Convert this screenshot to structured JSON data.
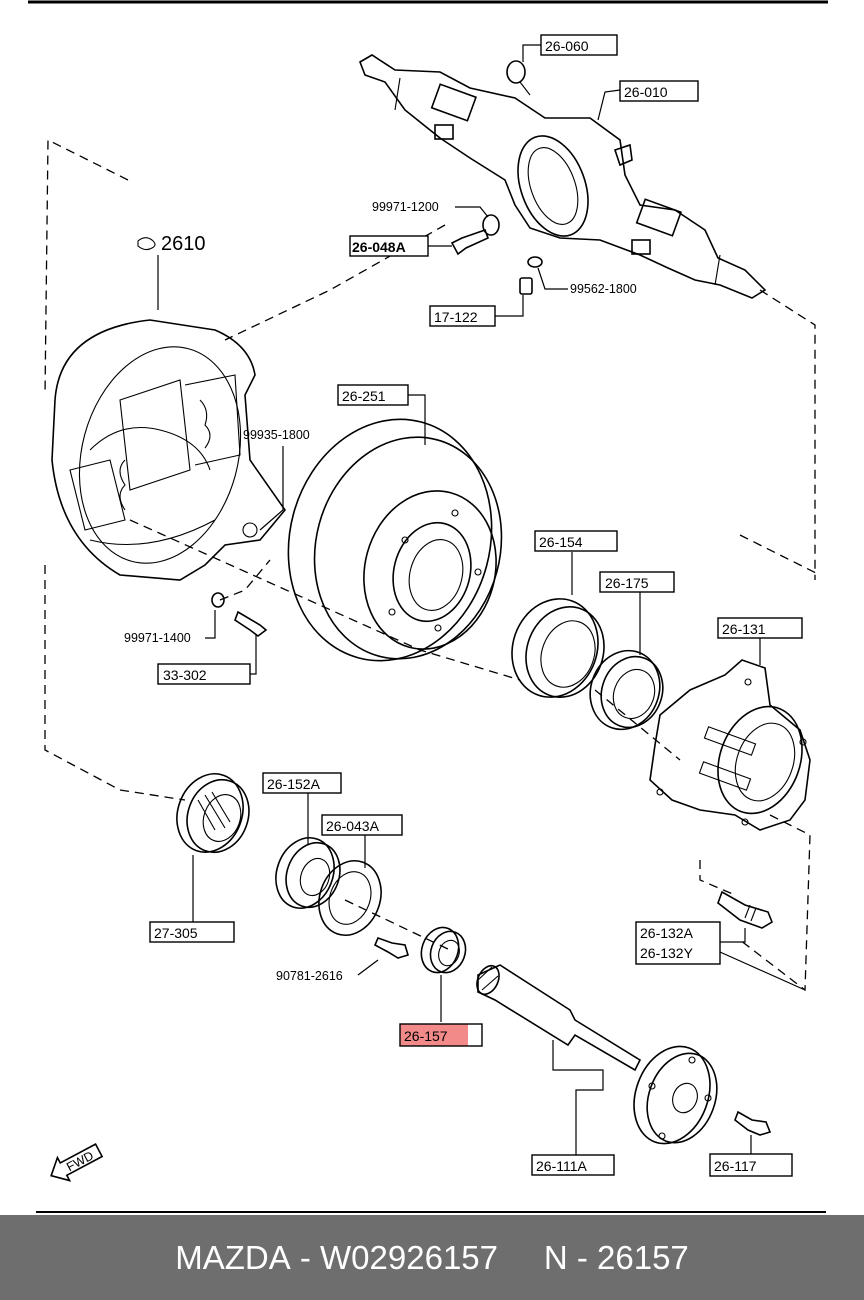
{
  "diagram": {
    "labels": {
      "p26060": "26-060",
      "p26010": "26-010",
      "p99971_1200": "99971-1200",
      "p26048a": "26-048A",
      "p99562_1800": "99562-1800",
      "p17122": "17-122",
      "p2610": "2610",
      "p26251": "26-251",
      "p99935_1800": "99935-1800",
      "p26154": "26-154",
      "p26175": "26-175",
      "p26131": "26-131",
      "p99971_1400": "99971-1400",
      "p33302": "33-302",
      "p26152a": "26-152A",
      "p26043a": "26-043A",
      "p27305": "27-305",
      "p26132a": "26-132A",
      "p26132y": "26-132Y",
      "p90781_2616": "90781-2616",
      "p26157": "26-157",
      "p26111a": "26-111A",
      "p26117": "26-117",
      "fwd": "FWD"
    },
    "highlight_color": "#f28a8a"
  },
  "footer": {
    "brand": "MAZDA",
    "sep1": " - ",
    "part_number": "W02926157",
    "gap": "     ",
    "ref": "N - 26157"
  }
}
